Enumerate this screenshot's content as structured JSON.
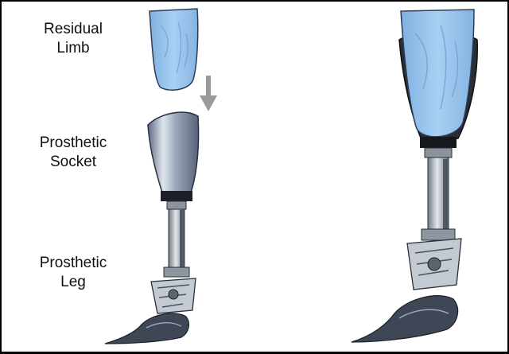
{
  "labels": {
    "residual_limb": {
      "line1": "Residual",
      "line2": "Limb"
    },
    "prosthetic_socket": {
      "line1": "Prosthetic",
      "line2": "Socket"
    },
    "prosthetic_leg": {
      "line1": "Prosthetic",
      "line2": "Leg"
    }
  },
  "colors": {
    "background": "#ffffff",
    "frame": "#000000",
    "limb_blue": "#9cc6ee",
    "limb_outline": "#2b3b55",
    "socket_grey": "#8f9bb0",
    "arrow_grey": "#9a9a9a",
    "metal": "#b9c0c8",
    "dark_metal": "#3c4452"
  },
  "icons": {
    "down_arrow": "arrow-down-icon"
  }
}
